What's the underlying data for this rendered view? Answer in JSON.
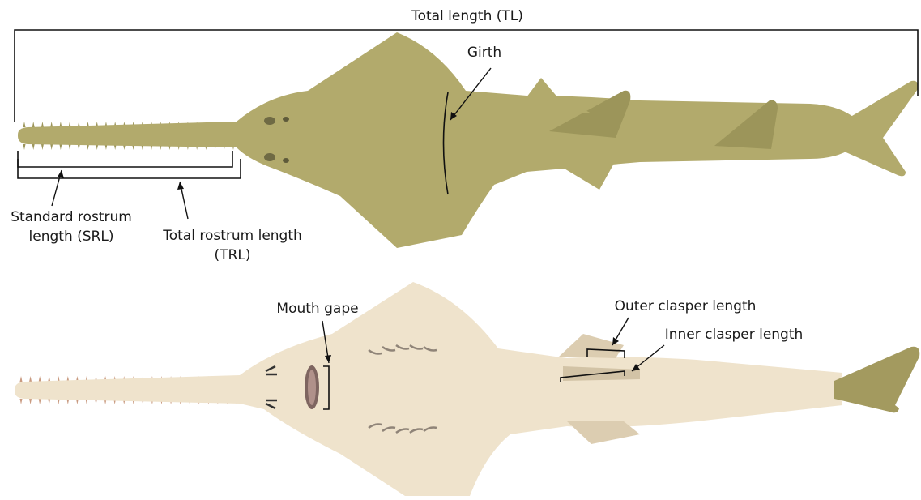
{
  "labels": {
    "total_length": "Total length (TL)",
    "girth": "Girth",
    "srl_line1": "Standard rostrum",
    "srl_line2": "length (SRL)",
    "trl_line1": "Total rostrum length",
    "trl_line2": "(TRL)",
    "mouth_gape": "Mouth gape",
    "outer_clasper": "Outer clasper length",
    "inner_clasper": "Inner clasper length"
  },
  "colors": {
    "dorsal_body": "#b2aa6c",
    "dorsal_shade": "#9c955a",
    "ventral_body": "#efe3cc",
    "ventral_shade": "#dccdb1",
    "tail_tip": "#a39a5f",
    "rostral_teeth": "#c99a80",
    "mouth": "#8a6a63",
    "annotation": "#111111"
  },
  "figures": [
    {
      "view": "dorsal",
      "icon": "sawfish-dorsal"
    },
    {
      "view": "ventral",
      "icon": "sawfish-ventral"
    }
  ]
}
